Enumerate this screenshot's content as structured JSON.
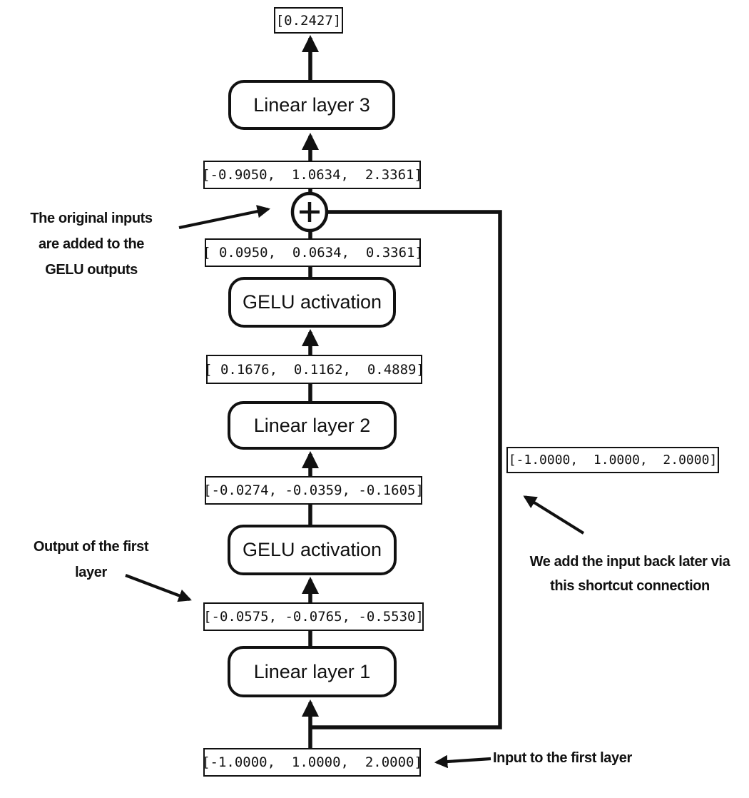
{
  "colors": {
    "ink": "#111111",
    "background": "#ffffff"
  },
  "pipeline": {
    "output_value": "[0.2427]",
    "linear3_label": "Linear layer 3",
    "residual_sum_value": "[-0.9050,  1.0634,  2.3361]",
    "gelu2_output_value": "[ 0.0950,  0.0634,  0.3361]",
    "gelu2_label": "GELU activation",
    "linear2_output_value": "[ 0.1676,  0.1162,  0.4889]",
    "linear2_label": "Linear layer 2",
    "gelu1_input_value": "[-0.0274, -0.0359, -0.1605]",
    "gelu1_label": "GELU activation",
    "linear1_output_value": "[-0.0575, -0.0765, -0.5530]",
    "linear1_label": "Linear layer 1",
    "input_value": "[-1.0000,  1.0000,  2.0000]",
    "shortcut_value": "[-1.0000,  1.0000,  2.0000]"
  },
  "annotations": {
    "residual_add_note": "The original inputs\nare added to the\nGELU outputs",
    "first_layer_output_note": "Output of the first\nlayer",
    "shortcut_note": "We add the input back later via\nthis shortcut connection",
    "input_note": "Input to the first layer"
  }
}
